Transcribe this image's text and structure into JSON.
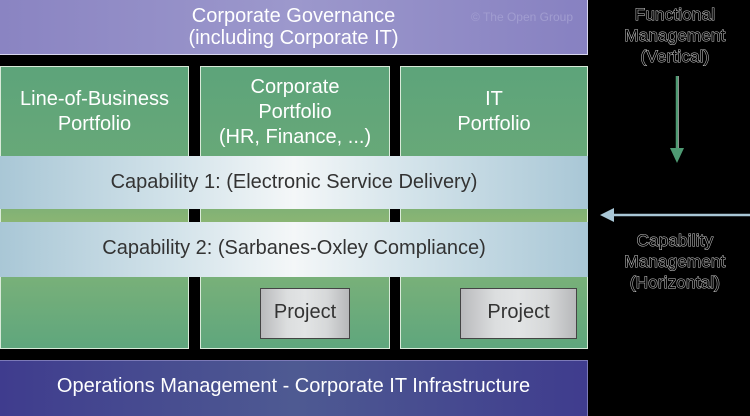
{
  "governance": {
    "line1": "Corporate Governance",
    "line2": "(including Corporate IT)",
    "copyright": "© The Open Group"
  },
  "portfolios": [
    {
      "lines": [
        "Line-of-Business",
        "Portfolio"
      ]
    },
    {
      "lines": [
        "Corporate",
        "Portfolio",
        "(HR, Finance, ...)"
      ]
    },
    {
      "lines": [
        "IT",
        "Portfolio"
      ]
    }
  ],
  "capabilities": [
    {
      "label": "Capability 1: (Electronic Service Delivery)"
    },
    {
      "label": "Capability 2: (Sarbanes-Oxley Compliance)"
    }
  ],
  "projects": [
    {
      "label": "Project"
    },
    {
      "label": "Project"
    }
  ],
  "operations": {
    "label": "Operations Management - Corporate IT Infrastructure"
  },
  "functional_management": {
    "lines": [
      "Functional",
      "Management",
      "(Vertical)"
    ],
    "arrow_color": "#4e9a73"
  },
  "capability_management": {
    "lines": [
      "Capability",
      "Management",
      "(Horizontal)"
    ],
    "arrow_color": "#a9c7d6"
  },
  "colors": {
    "governance": "#918cc6",
    "portfolio_green": "#62a77b",
    "capability_band": "#d3e3ea",
    "project_gray": "#d6d8d9",
    "operations": "#46498f"
  }
}
